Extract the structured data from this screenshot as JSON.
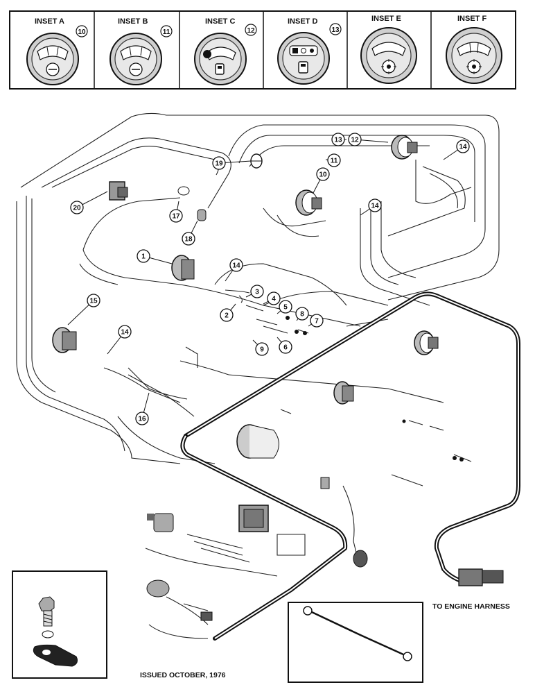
{
  "insets": [
    {
      "label": "INSET A",
      "ref": "10",
      "type": "gauge-a-icon"
    },
    {
      "label": "INSET B",
      "ref": "11",
      "type": "gauge-b-icon"
    },
    {
      "label": "INSET C",
      "ref": "12",
      "type": "gauge-c-fuel-icon"
    },
    {
      "label": "INSET D",
      "ref": "13",
      "type": "gauge-d-fuel-icon"
    },
    {
      "label": "INSET E",
      "ref": "",
      "type": "gauge-e-icon"
    },
    {
      "label": "INSET F",
      "ref": "",
      "type": "gauge-f-icon"
    }
  ],
  "callouts": {
    "c1": "1",
    "c2": "2",
    "c3": "3",
    "c4": "4",
    "c5": "5",
    "c6": "6",
    "c7": "7",
    "c8": "8",
    "c9": "9",
    "c10": "10",
    "c11": "11",
    "c12": "12",
    "c13": "13",
    "c14a": "14",
    "c14b": "14",
    "c14c": "14",
    "c14d": "14",
    "c15": "15",
    "c16": "16",
    "c17": "17",
    "c18": "18",
    "c19": "19",
    "c20": "20"
  },
  "notes": {
    "engine_harness": "TO ENGINE HARNESS",
    "issued": "ISSUED OCTOBER, 1976"
  },
  "colors": {
    "ink": "#111111",
    "paper": "#ffffff"
  }
}
